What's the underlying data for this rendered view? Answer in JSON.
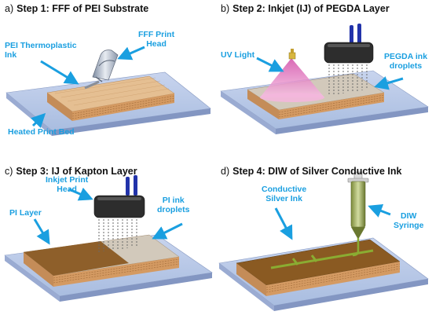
{
  "panels": [
    {
      "letter": "a)",
      "title": "Step 1: FFF of PEI Substrate",
      "labels": {
        "ink": "PEI Thermoplastic\nInk",
        "head": "FFF Print\nHead",
        "bed": "Heated Print Bed"
      }
    },
    {
      "letter": "b)",
      "title": "Step 2: Inkjet (IJ) of PEGDA Layer",
      "labels": {
        "uv": "UV Light",
        "droplets": "PEGDA ink\ndroplets"
      }
    },
    {
      "letter": "c)",
      "title": "Step 3: IJ of Kapton Layer",
      "labels": {
        "head": "Inkjet Print\nHead",
        "layer": "PI Layer",
        "droplets": "PI ink\ndroplets"
      }
    },
    {
      "letter": "d)",
      "title": "Step 4: DIW of Silver Conductive Ink",
      "labels": {
        "silver": "Conductive\nSilver Ink",
        "syringe": "DIW\nSyringe"
      }
    }
  ],
  "colors": {
    "label_blue": "#1a9fe0",
    "bed": "#b8c8e6",
    "pei": "#d8a878",
    "pi_layer": "#8a5a22",
    "uv_cone": "#ee9ed0",
    "printhead": "#2d2d2d",
    "nozzle": "#2233aa",
    "silver_trace": "#7a9a2a"
  },
  "icons": [
    "print-bed",
    "layered-substrate",
    "fff-print-head",
    "uv-lamp",
    "inkjet-print-head",
    "diw-syringe",
    "pointer-arrow"
  ]
}
